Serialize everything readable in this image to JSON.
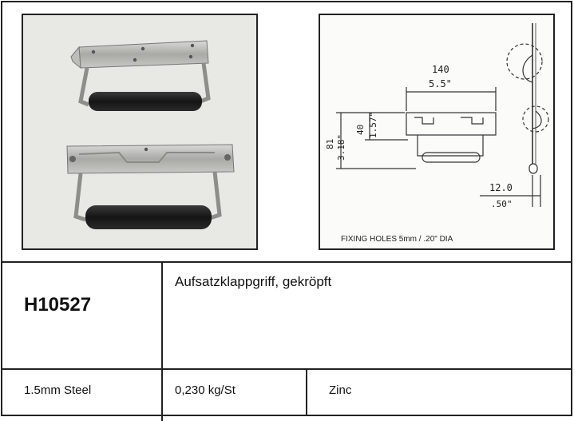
{
  "product": {
    "code": "H10527",
    "description": "Aufsatzklappgriff, gekröpft"
  },
  "specs": {
    "material": "1.5mm Steel",
    "weight": "0,230 kg/St",
    "finish": "Zinc"
  },
  "drawing": {
    "width_mm": "140",
    "width_in": "5.5\"",
    "height_mm": "81",
    "height_in": "3.18\"",
    "depth_mm": "40",
    "depth_in": "1.57\"",
    "offset_mm": "12.0",
    "offset_in": ".50\"",
    "fixing_holes": "FIXING HOLES 5mm / .20\" DIA"
  }
}
